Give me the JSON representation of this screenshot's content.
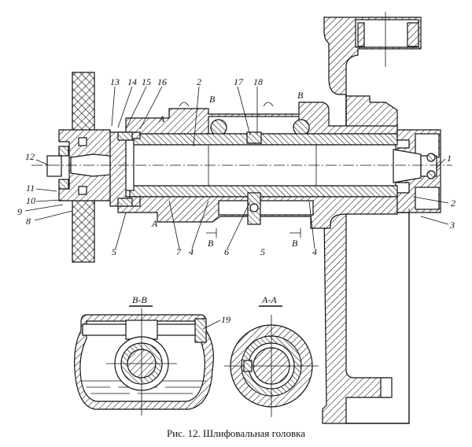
{
  "figure": {
    "caption": "Рис. 12. Шлифовальная головка",
    "section_views": [
      {
        "id": "B-B",
        "label": "В-В"
      },
      {
        "id": "A-A",
        "label": "А-А"
      }
    ],
    "section_markers": {
      "A_top": "А",
      "A_bottom": "А",
      "B_top_left": "В",
      "B_top_right": "В",
      "B_bottom_left": "В",
      "B_bottom_right": "В"
    },
    "part_labels": {
      "p1": "1",
      "p2_top": "2",
      "p2_right": "2",
      "p3": "3",
      "p4_left": "4",
      "p4_right": "4",
      "p5": "5",
      "p6": "6",
      "p7": "7",
      "p8": "8",
      "p9": "9",
      "p10": "10",
      "p11": "11",
      "p12": "12",
      "p13": "13",
      "p14": "14",
      "p15": "15",
      "p16": "16",
      "p17": "17",
      "p18": "18",
      "p19": "19",
      "p5_left": "5"
    }
  }
}
